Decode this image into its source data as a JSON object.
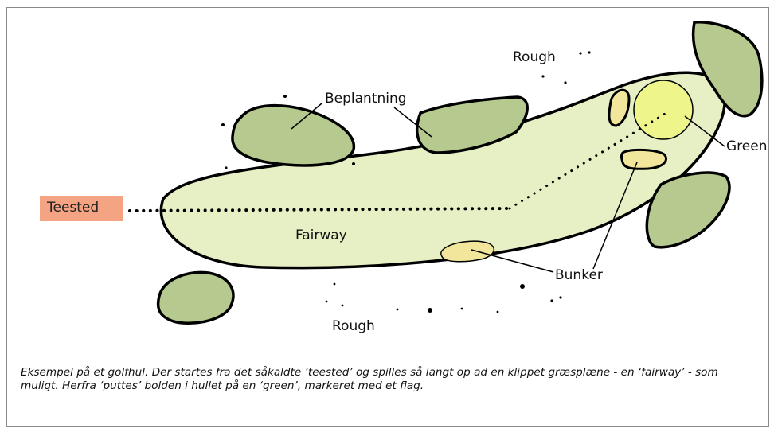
{
  "labels": {
    "rough_top": "Rough",
    "beplantning": "Beplantning",
    "green": "Green",
    "teested": "Teested",
    "fairway": "Fairway",
    "bunker": "Bunker",
    "rough_bottom": "Rough"
  },
  "caption": "Eksempel på et golfhul. Der startes fra det såkaldte ‘teested’ og spilles så langt op ad en klippet græsplæne - en ‘fairway’ - som muligt. Herfra ‘puttes’ bolden i hullet på en ‘green’, markeret med et flag.",
  "colors": {
    "fairway": "#e6f0c4",
    "planting": "#b6c98e",
    "green": "#eef58a",
    "bunker": "#f2e59c",
    "teested_box": "#f4a383",
    "outline": "#000000"
  }
}
